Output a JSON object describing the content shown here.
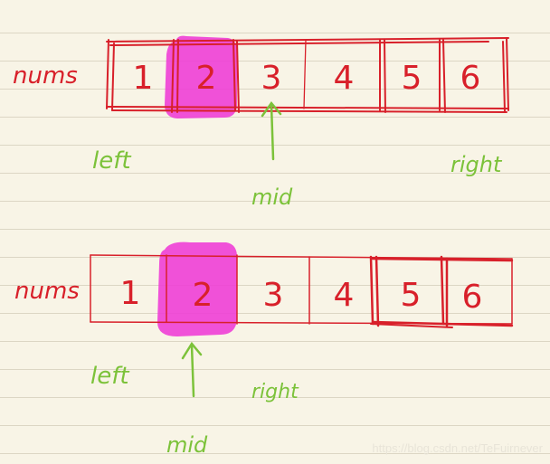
{
  "diagrams": [
    {
      "array_label": "nums",
      "cells": [
        "1",
        "2",
        "3",
        "4",
        "5",
        "6"
      ],
      "highlighted_index": 1,
      "left_label": "left",
      "mid_label": "mid",
      "right_label": "right"
    },
    {
      "array_label": "nums",
      "cells": [
        "1",
        "2",
        "3",
        "4",
        "5",
        "6"
      ],
      "highlighted_index": 1,
      "left_label": "left",
      "mid_label": "mid",
      "right_label": "right"
    }
  ],
  "watermark": "https://blog.csdn.net/TeFuirnever",
  "colors": {
    "ink_red": "#d8202a",
    "ink_green": "#7cc23a",
    "highlight_magenta": "#ee3fd6",
    "paper": "#f8f4e6",
    "rule_line": "#dcd6c4"
  }
}
